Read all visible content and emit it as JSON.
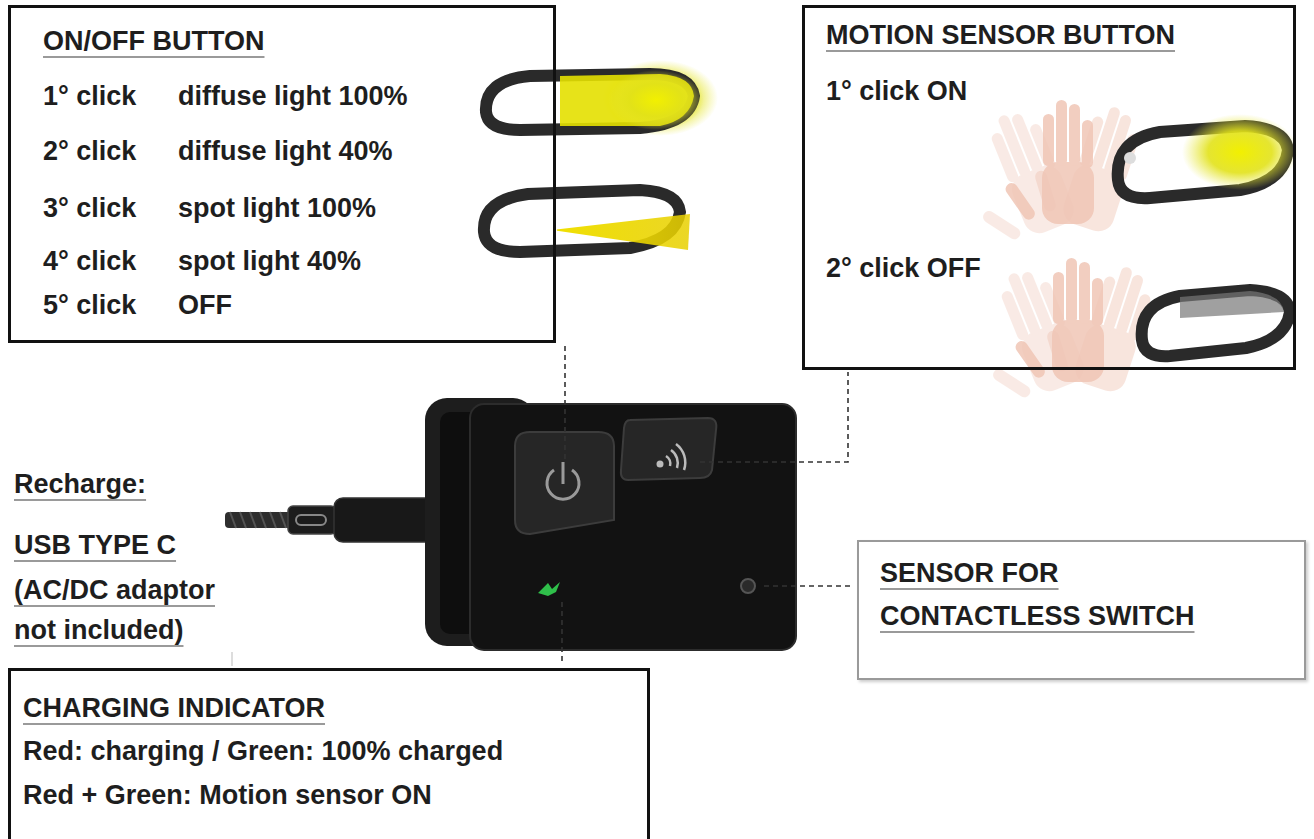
{
  "diagram": {
    "nodes": [
      {
        "text": [
          "ON/OFF BUTTON",
          "1° click",
          "diffuse light 100%",
          "2° click",
          "diffuse light 40%",
          "3° click",
          "spot light 100%",
          "4° click",
          "spot light 40%",
          "5° click",
          "OFF"
        ]
      },
      {
        "text": [
          "MOTION SENSOR BUTTON",
          "1° click ON",
          "2° click OFF"
        ]
      },
      {
        "text": [
          "CHARGING INDICATOR",
          "Red: charging / Green: 100% charged",
          "Red + Green: Motion sensor ON"
        ]
      },
      {
        "text": [
          "SENSOR FOR CONTACTLESS SWITCH"
        ]
      }
    ],
    "labels": [
      "Recharge:",
      "USB TYPE C",
      "(AC/DC adaptor",
      "not included)"
    ]
  }
}
